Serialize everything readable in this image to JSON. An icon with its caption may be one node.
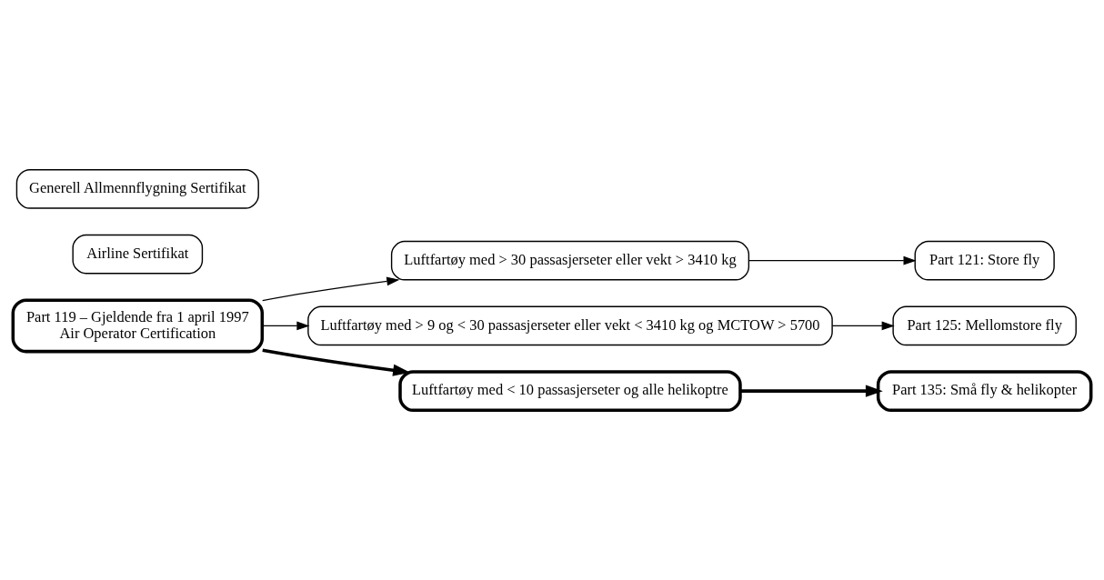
{
  "diagram": {
    "nodes": [
      {
        "text": [
          "Part 119 – Gjeldende fra 1 april 1997",
          "Air Operator Certification"
        ]
      },
      {
        "text": [
          "Generell Allmennflygning Sertifikat"
        ]
      },
      {
        "text": [
          "Airline Sertifikat"
        ]
      },
      {
        "text": [
          "Luftfartøy med > 30 passasjerseter eller vekt > 3410 kg"
        ]
      },
      {
        "text": [
          "Part 121: Store fly"
        ]
      },
      {
        "text": [
          "Luftfartøy med > 9 og < 30 passasjerseter eller vekt < 3410 kg og MCTOW > 5700"
        ]
      },
      {
        "text": [
          "Part 125: Mellomstore fly"
        ]
      },
      {
        "text": [
          "Luftfartøy med < 10 passasjerseter og alle helikoptre"
        ]
      },
      {
        "text": [
          "Part 135: Små fly & helikopter"
        ]
      }
    ],
    "edges": [
      {
        "from": 0,
        "to": 3,
        "arrow": "to"
      },
      {
        "from": 0,
        "to": 5,
        "arrow": "to"
      },
      {
        "from": 0,
        "to": 7,
        "arrow": "to",
        "style": "thick"
      },
      {
        "from": 3,
        "to": 4,
        "arrow": "to"
      },
      {
        "from": 5,
        "to": 6,
        "arrow": "to"
      },
      {
        "from": 7,
        "to": 8,
        "arrow": "to",
        "style": "thick"
      }
    ]
  }
}
